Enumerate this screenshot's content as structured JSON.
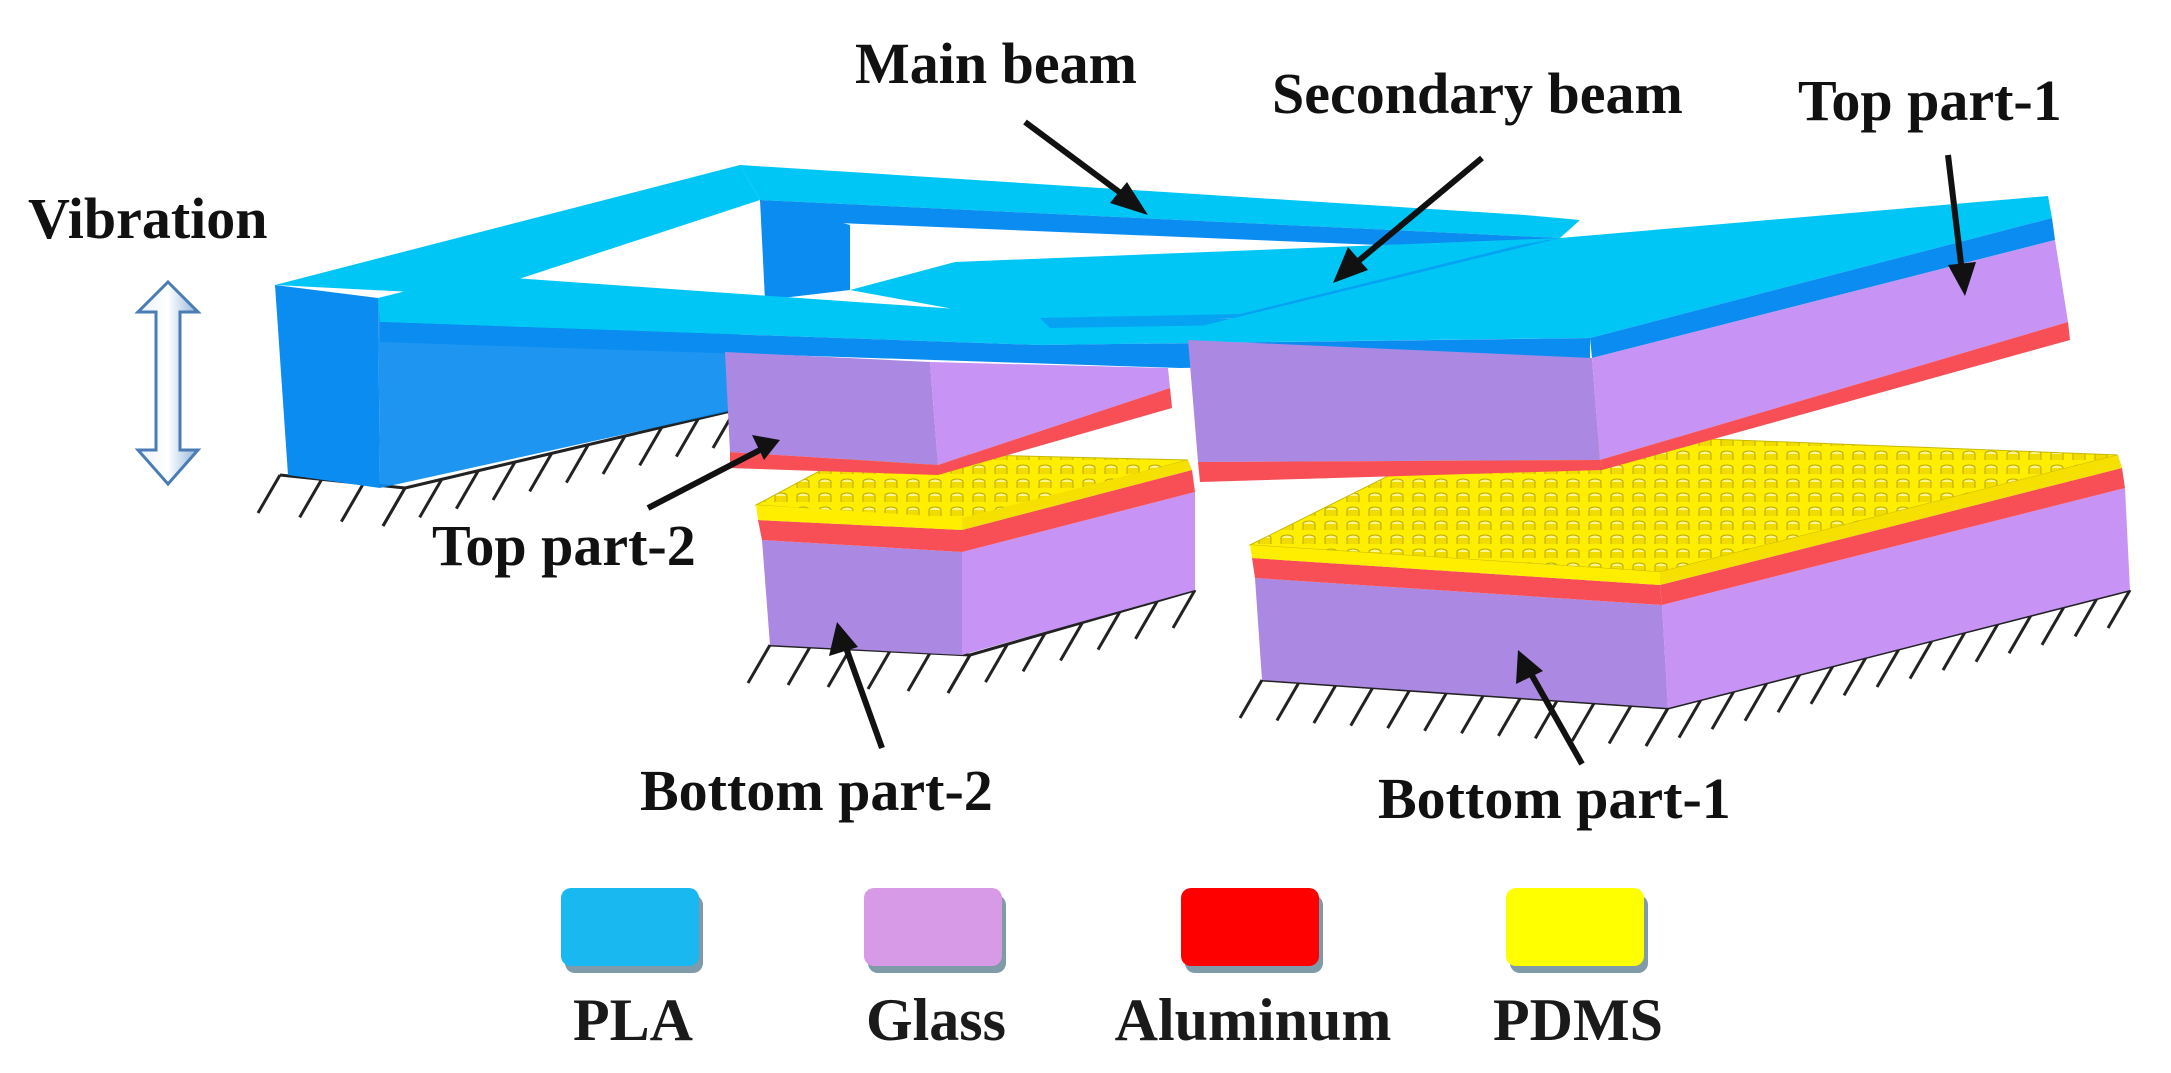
{
  "labels": {
    "vibration": "Vibration",
    "main_beam": "Main beam",
    "secondary_beam": "Secondary beam",
    "top_part_1": "Top part-1",
    "top_part_2": "Top part-2",
    "bottom_part_1": "Bottom part-1",
    "bottom_part_2": "Bottom part-2"
  },
  "legend": [
    {
      "label": "PLA",
      "color": "#1ab8f0"
    },
    {
      "label": "Glass",
      "color": "#d79ae6"
    },
    {
      "label": "Aluminum",
      "color": "#ff0000"
    },
    {
      "label": "PDMS",
      "color": "#ffff00"
    }
  ],
  "colors": {
    "pla_top": "#00c6f6",
    "pla_side": "#0a8cf0",
    "glass_light": "#c793f5",
    "glass_dark": "#ab88e2",
    "aluminum": "#f74f55",
    "pdms": "#ffee00",
    "arrow": "#111111"
  }
}
